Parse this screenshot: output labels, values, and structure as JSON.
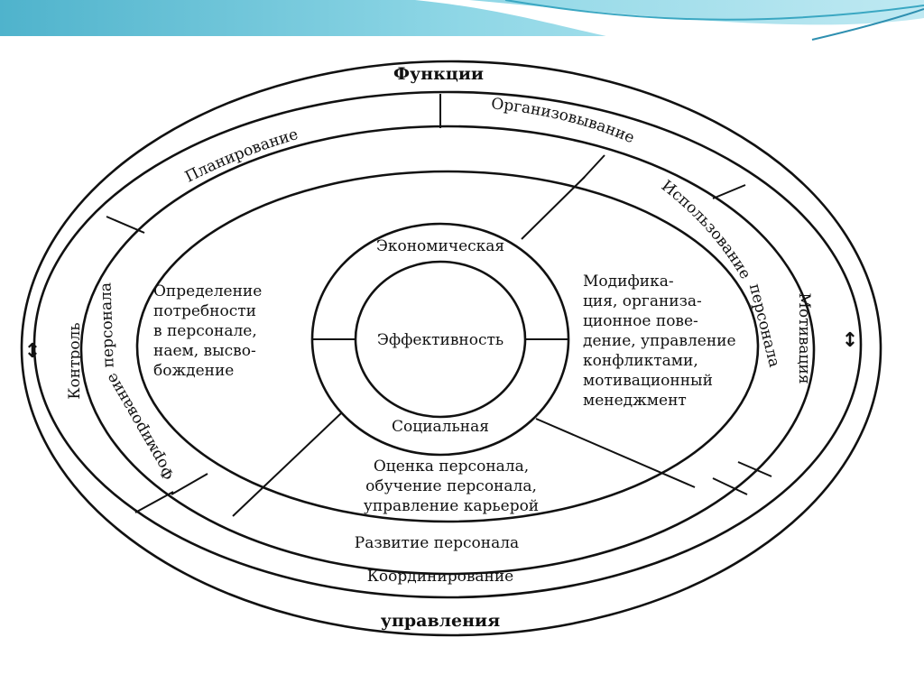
{
  "diagram": {
    "outer_top": "Функции",
    "outer_bottom": "управления",
    "ring_functions": {
      "planning": "Планирование",
      "organizing": "Организовывание",
      "motivation": "Мотивация",
      "control": "Контроль",
      "coordination": "Координирование",
      "arrow_left": "↕",
      "arrow_right": "↕"
    },
    "ring_personnel": {
      "usage_line1": "Использование",
      "usage_line2": "персонала",
      "formation_line1": "Формирование",
      "formation_line2": "персонала",
      "development": "Развитие персонала"
    },
    "sectors": {
      "left": [
        "Определение",
        "потребности",
        "в персонале,",
        "наем, высво-",
        "бождение"
      ],
      "right": [
        "Модифика-",
        "ция, организа-",
        "ционное пове-",
        "дение, управление",
        "конфликтами,",
        "мотивационный",
        "менеджмент"
      ],
      "bottom": [
        "Оценка персонала,",
        "обучение персонала,",
        "управление карьерой"
      ]
    },
    "center": {
      "economic": "Экономическая",
      "efficiency": "Эффективность",
      "social": "Социальная"
    },
    "colors": {
      "header_band": "#6fc6d9",
      "ink": "#111111"
    }
  }
}
